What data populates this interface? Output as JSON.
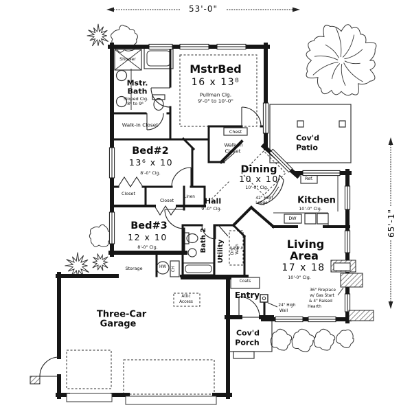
{
  "dimensions": {
    "width_label": "53'-0\"",
    "height_label": "65'-1\""
  },
  "rooms": {
    "mstr_bed": {
      "name": "MstrBed",
      "size": "16 x 13⁸",
      "clg1": "Pullman Clg.",
      "clg2": "9'-0\" to 10'-0\""
    },
    "shower": {
      "name": "Shower"
    },
    "mstr_bath": {
      "name1": "Mstr.",
      "name2": "Bath",
      "clg1": "Sloped Clg.",
      "clg2": "8⁶ to 9⁶"
    },
    "walk_in_closet_master": {
      "name": "Walk-in Closet"
    },
    "bed2": {
      "name": "Bed#2",
      "size": "13⁶ x 10",
      "clg": "8'-0\" Clg."
    },
    "chest": {
      "name": "Chest"
    },
    "walk_in_closet_hall": {
      "name1": "Walk-in",
      "name2": "Closet"
    },
    "dining": {
      "name": "Dining",
      "size": "10 x 10",
      "clg": "10'-0\" Clg."
    },
    "ledge_note": {
      "line1": "42\" High",
      "line2": "Ledge"
    },
    "kitchen": {
      "name": "Kitchen",
      "clg": "10'-0\" Clg."
    },
    "ref": {
      "name": "Ref."
    },
    "dw": {
      "name": "DW"
    },
    "covd_patio": {
      "name1": "Cov'd",
      "name2": "Patio"
    },
    "hall": {
      "name": "Hall",
      "clg": "9'-0\" Clg."
    },
    "closet_bed2": {
      "name": "Closet"
    },
    "closet_bed3": {
      "name": "Closet"
    },
    "linen": {
      "name": "Linen"
    },
    "bed3": {
      "name": "Bed#3",
      "size": "12 x 10",
      "clg": "8'-0\" Clg."
    },
    "bath2": {
      "name": "Bath 2"
    },
    "utility": {
      "name": "Utility"
    },
    "dry": {
      "name": "Dry"
    },
    "wash": {
      "name": "Wash"
    },
    "living": {
      "name1": "Living",
      "name2": "Area",
      "size": "17 x 18",
      "clg": "10'-0\" Clg."
    },
    "fireplace_note": {
      "line1": "36\" Fireplace",
      "line2": "w/ Gas Start",
      "line3": "& 4\" Raised",
      "line4": "Hearth"
    },
    "entry": {
      "name": "Entry"
    },
    "coats": {
      "name": "Coats"
    },
    "high_wall_note": {
      "line1": "24\" High",
      "line2": "Wall"
    },
    "covd_porch": {
      "name1": "Cov'd",
      "name2": "Porch"
    },
    "garage": {
      "name1": "Three-Car",
      "name2": "Garage"
    },
    "storage": {
      "name": "Storage"
    },
    "water_heater": {
      "name": "HW"
    },
    "ch": {
      "name": "CH"
    },
    "attic_access": {
      "line1": "Attic",
      "line2": "Access"
    }
  },
  "colors": {
    "wall": "#161616",
    "line": "#333333",
    "background": "#ffffff"
  }
}
